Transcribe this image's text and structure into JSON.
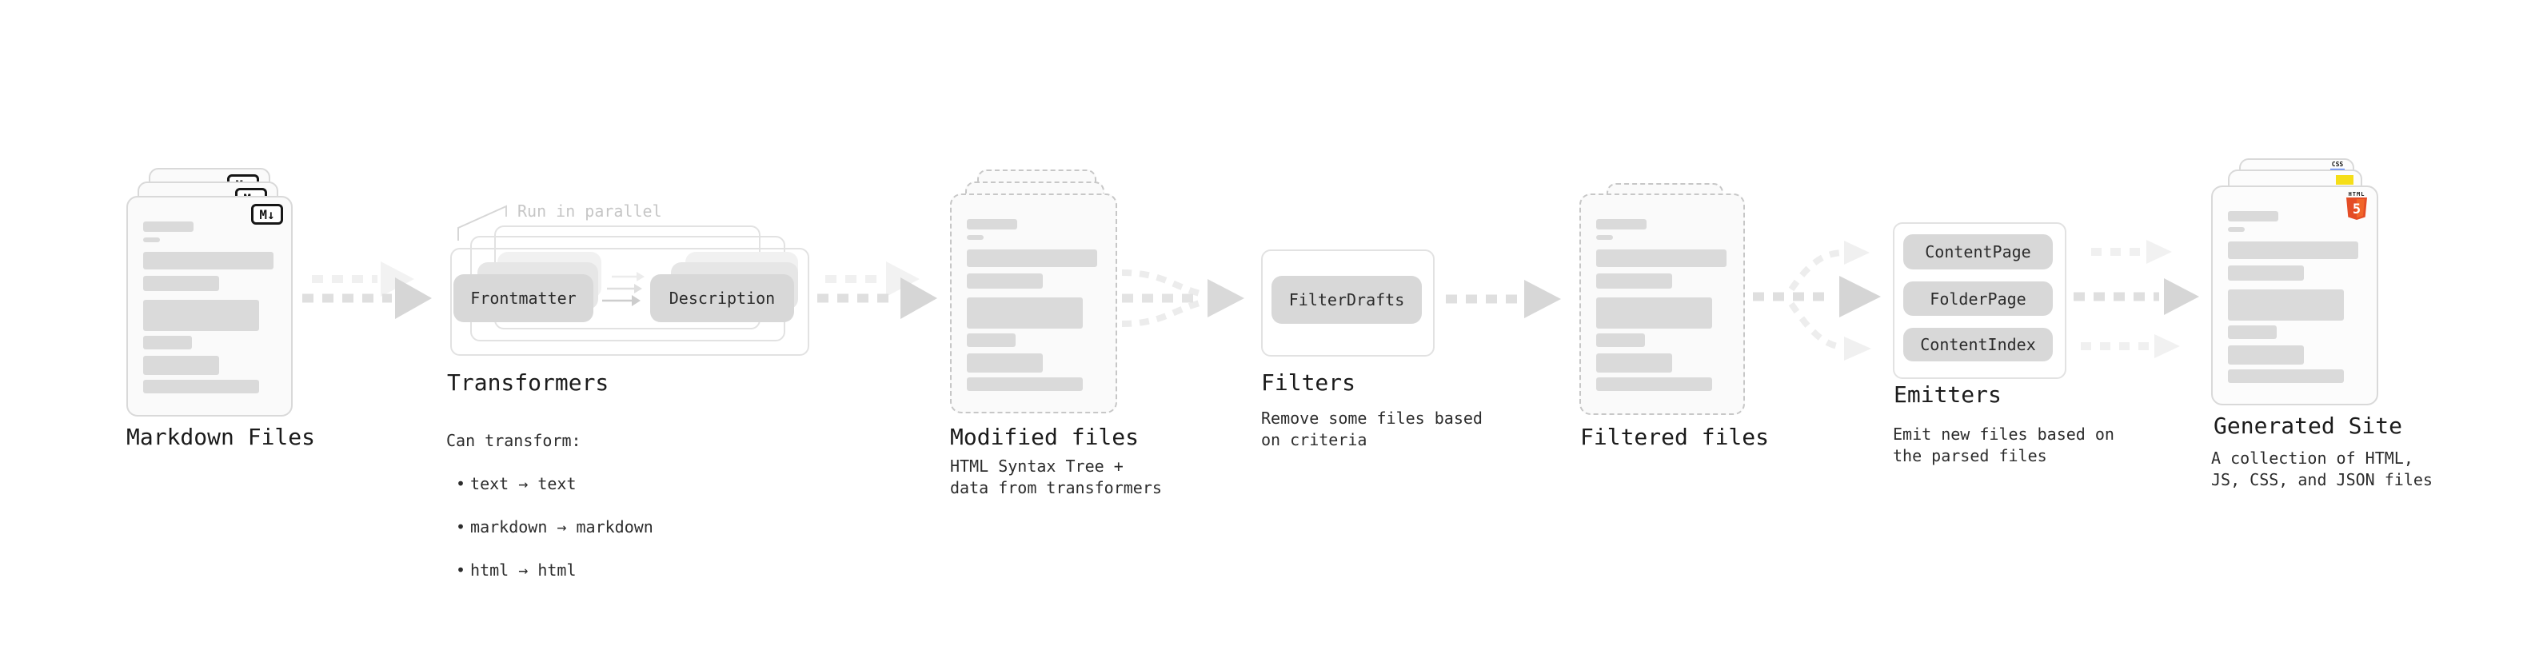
{
  "stages": {
    "markdown": {
      "title": "Markdown Files",
      "badge": "M↓"
    },
    "transformers": {
      "annotation": "Run in parallel",
      "pill_left": "Frontmatter",
      "pill_right": "Description",
      "title": "Transformers",
      "desc_heading": "Can transform:",
      "bullet_marker": "•",
      "bullets": [
        "text → text",
        "markdown → markdown",
        "html → html"
      ]
    },
    "modified": {
      "title": "Modified files",
      "desc": "HTML Syntax Tree +\ndata from transformers"
    },
    "filters": {
      "title": "Filters",
      "pill": "FilterDrafts",
      "desc": "Remove some files based\non criteria"
    },
    "filtered": {
      "title": "Filtered files"
    },
    "emitters": {
      "title": "Emitters",
      "pills": [
        "ContentPage",
        "FolderPage",
        "ContentIndex"
      ],
      "desc": "Emit new files based on\nthe parsed files"
    },
    "generated": {
      "title": "Generated Site",
      "desc": "A collection of HTML,\nJS, CSS, and JSON files",
      "badge_css": "CSS",
      "badge_html_label": "HTML",
      "badge_html_number": "5"
    }
  },
  "colors": {
    "js_yellow": "#f5de19",
    "css_blue": "#2962ff",
    "html_orange": "#e44d26",
    "html_orange_light": "#f16529"
  }
}
